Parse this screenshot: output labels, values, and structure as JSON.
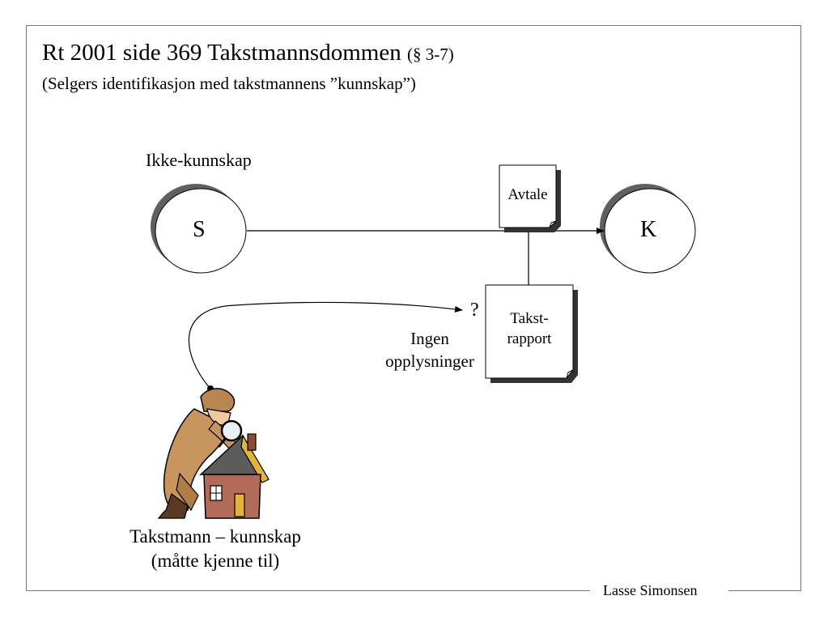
{
  "slide": {
    "title": "Rt 2001 side 369 Takstmannsdommen",
    "title_ref": "(§ 3-7)",
    "subtitle": "(Selgers identifikasjon med takstmannens ”kunnskap”)",
    "footer": "Lasse Simonsen"
  },
  "diagram": {
    "seller_label": "S",
    "buyer_label": "K",
    "seller_caption": "Ikke-kunnskap",
    "contract_doc": "Avtale",
    "report_doc_line1": "Takst-",
    "report_doc_line2": "rapport",
    "question_mark": "?",
    "no_info_line1": "Ingen",
    "no_info_line2": "opplysninger",
    "appraiser_line1": "Takstmann – kunnskap",
    "appraiser_line2": "(måtte kjenne til)"
  }
}
